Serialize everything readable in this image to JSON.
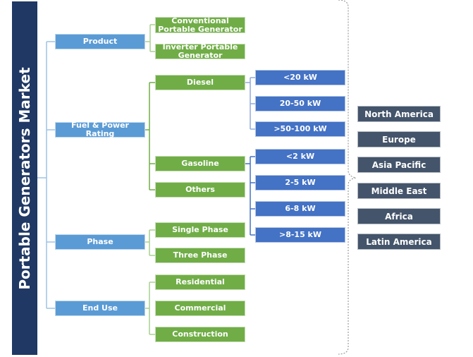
{
  "title": "Portable Generators Market",
  "segments": {
    "product": {
      "label": "Product",
      "items": [
        "Conventional Portable Generator",
        "Inverter Portable Generator"
      ]
    },
    "fuel": {
      "label": "Fuel & Power Rating",
      "items": [
        "Diesel",
        "Gasoline",
        "Others"
      ],
      "diesel_ratings": [
        "<20 kW",
        "20-50 kW",
        ">50-100 kW"
      ],
      "gasoline_ratings": [
        "<2 kW",
        "2-5 kW",
        "6-8 kW",
        ">8-15 kW"
      ]
    },
    "phase": {
      "label": "Phase",
      "items": [
        "Single Phase",
        "Three Phase"
      ]
    },
    "end_use": {
      "label": "End Use",
      "items": [
        "Residential",
        "Commercial",
        "Construction"
      ]
    }
  },
  "regions": [
    "North America",
    "Europe",
    "Asia Pacific",
    "Middle East",
    "Africa",
    "Latin America"
  ],
  "colors": {
    "title": "#1f3864",
    "level1": "#5b9bd5",
    "level2": "#70ad47",
    "level3": "#4472c4",
    "region": "#44546a"
  }
}
